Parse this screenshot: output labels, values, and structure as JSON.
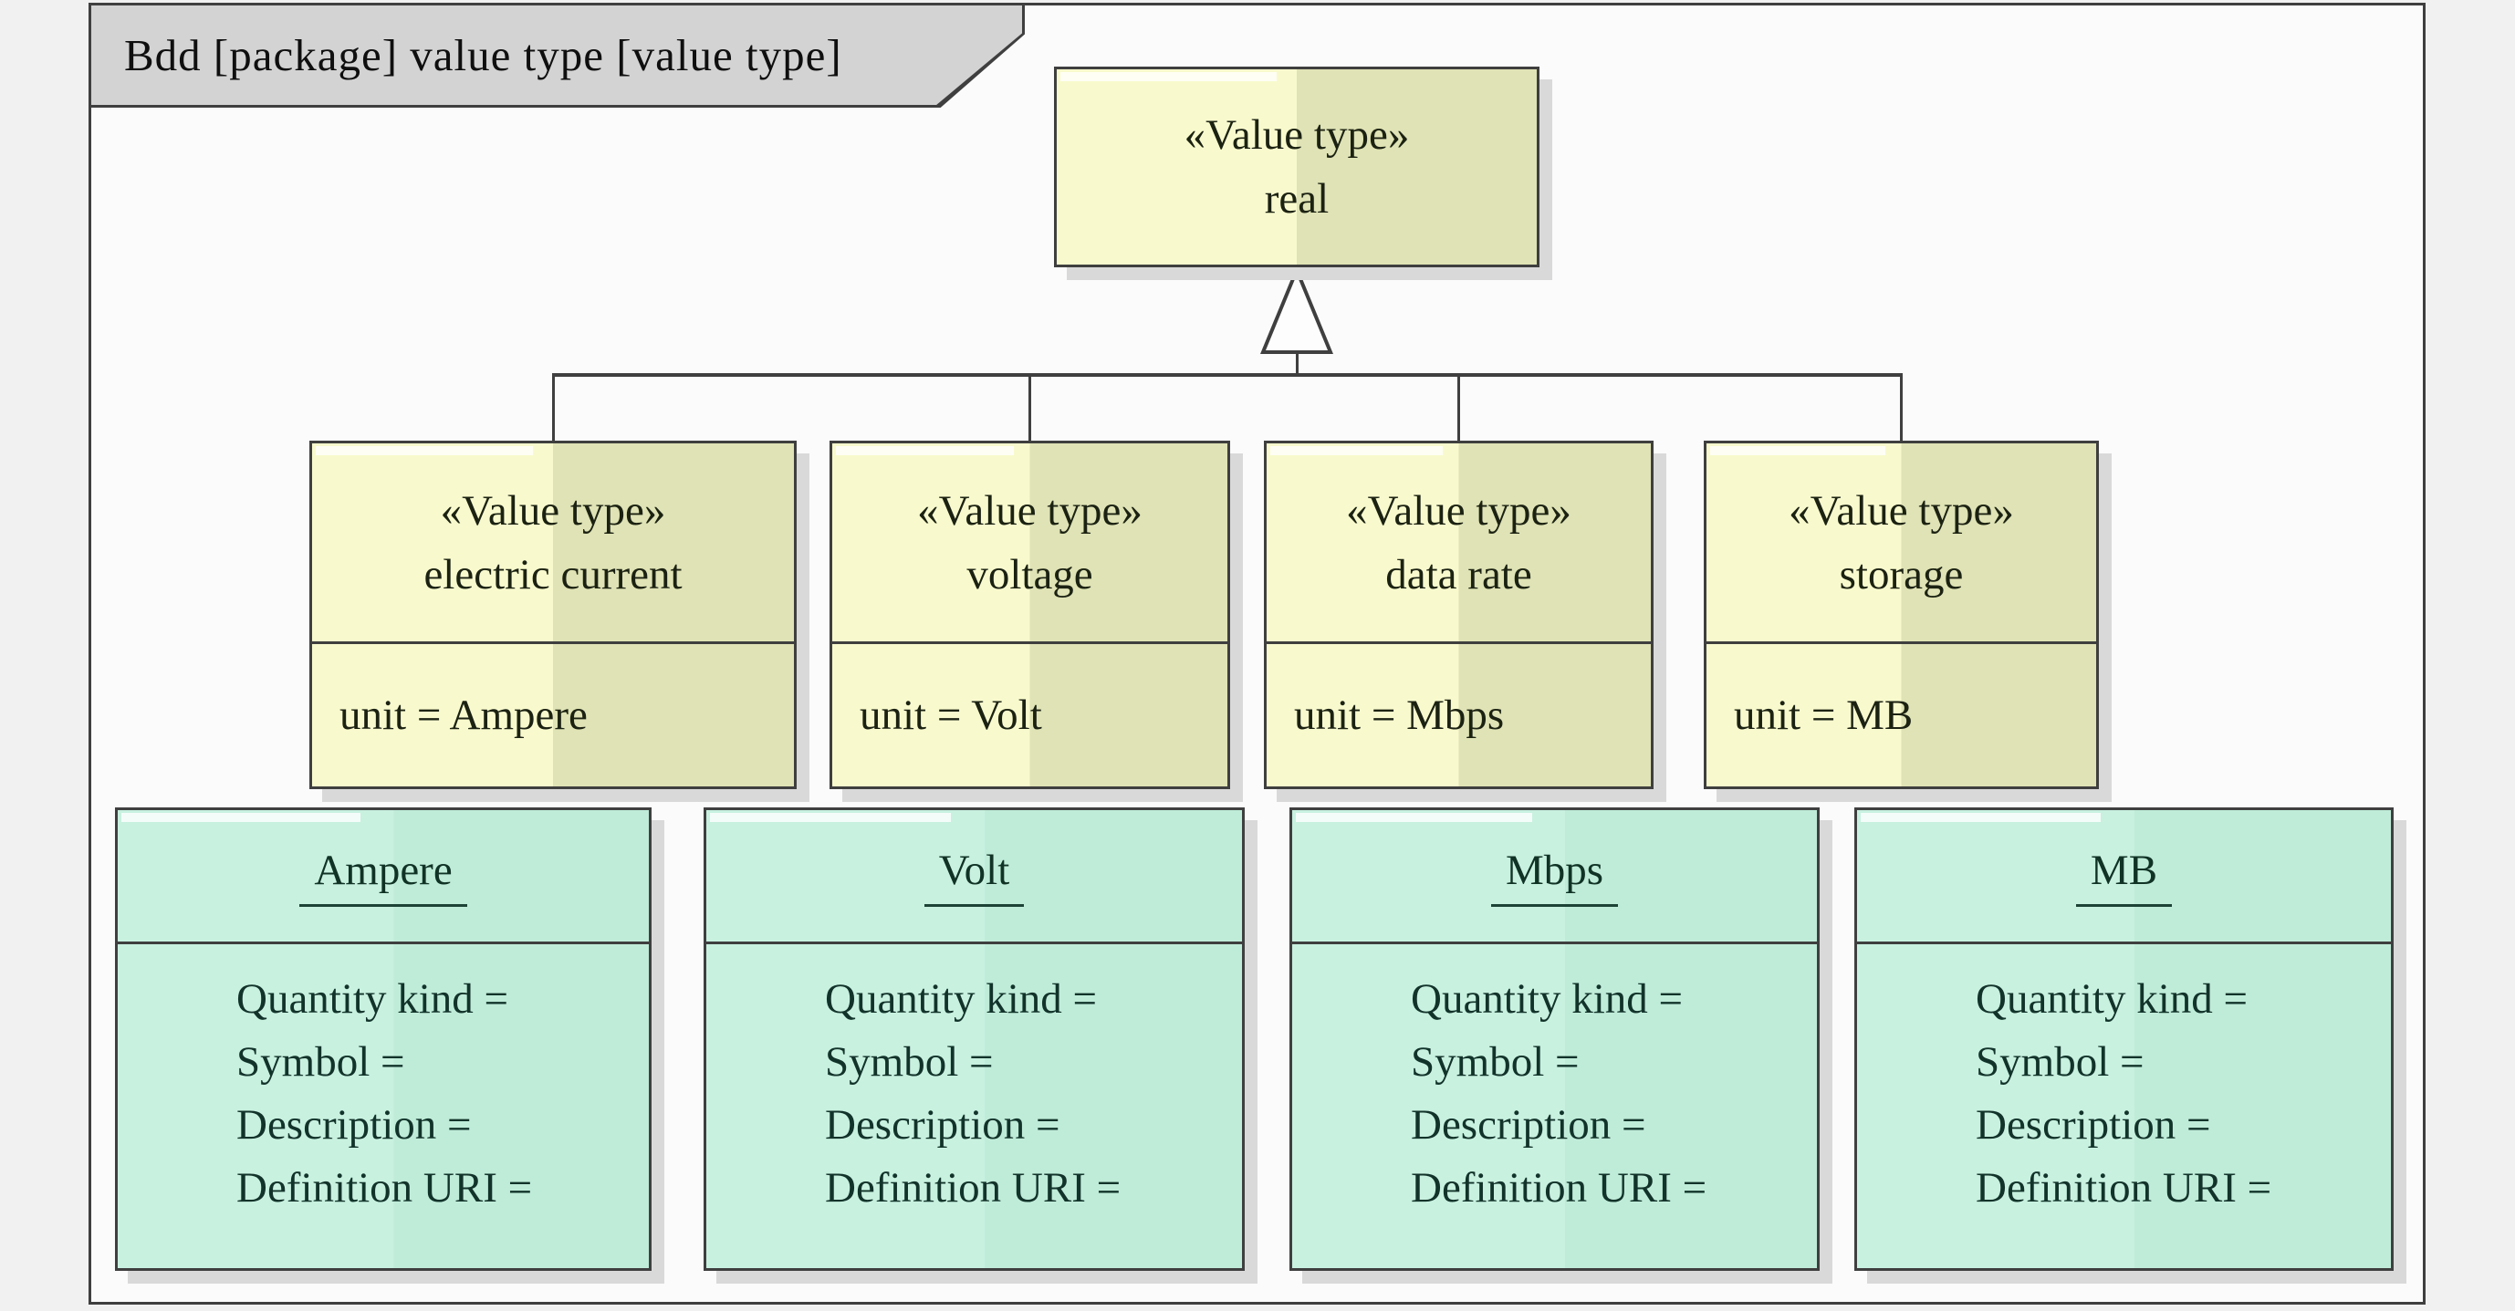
{
  "frame": {
    "title": "Bdd [package] value type [value type]"
  },
  "parent_block": {
    "stereotype": "«Value type»",
    "name": "real"
  },
  "value_types": [
    {
      "stereotype": "«Value type»",
      "name": "electric current",
      "unit": "unit = Ampere"
    },
    {
      "stereotype": "«Value type»",
      "name": "voltage",
      "unit": "unit = Volt"
    },
    {
      "stereotype": "«Value type»",
      "name": "data rate",
      "unit": "unit = Mbps"
    },
    {
      "stereotype": "«Value type»",
      "name": "storage",
      "unit": "unit = MB"
    }
  ],
  "unit_blocks": [
    {
      "title": "Ampere",
      "attributes": [
        "Quantity kind =",
        "Symbol =",
        "Description =",
        "Definition URI ="
      ]
    },
    {
      "title": "Volt",
      "attributes": [
        "Quantity kind =",
        "Symbol =",
        "Description =",
        "Definition URI ="
      ]
    },
    {
      "title": "Mbps",
      "attributes": [
        "Quantity kind =",
        "Symbol =",
        "Description =",
        "Definition URI ="
      ]
    },
    {
      "title": "MB",
      "attributes": [
        "Quantity kind =",
        "Symbol =",
        "Description =",
        "Definition URI ="
      ]
    }
  ],
  "colors": {
    "page_bg": "#f1f1f1",
    "frame_bg": "#fbfbfb",
    "tab_bg": "#d3d3d3",
    "yellow_left": "#f8facd",
    "yellow_right": "#dfe3b5",
    "green_left": "#c8f1e0",
    "green_right": "#bfecd9",
    "line": "#3f3f3f",
    "shadow": "#d9d9d9"
  }
}
